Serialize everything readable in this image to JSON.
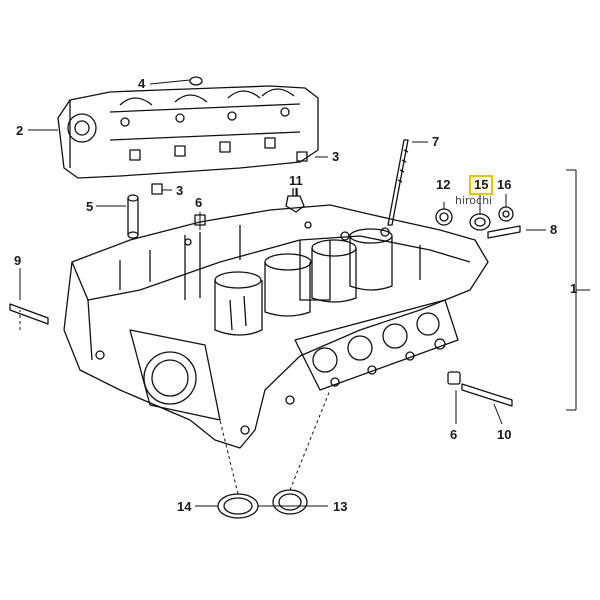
{
  "diagram": {
    "callouts": {
      "c1": "1",
      "c2": "2",
      "c3a": "3",
      "c3b": "3",
      "c4": "4",
      "c5": "5",
      "c6a": "6",
      "c6b": "6",
      "c7": "7",
      "c8": "8",
      "c9": "9",
      "c10": "10",
      "c11": "11",
      "c12": "12",
      "c13": "13",
      "c14": "14",
      "c15": "15",
      "c16": "16"
    },
    "highlight_color": "#e8c400",
    "watermark": "hirochi"
  }
}
